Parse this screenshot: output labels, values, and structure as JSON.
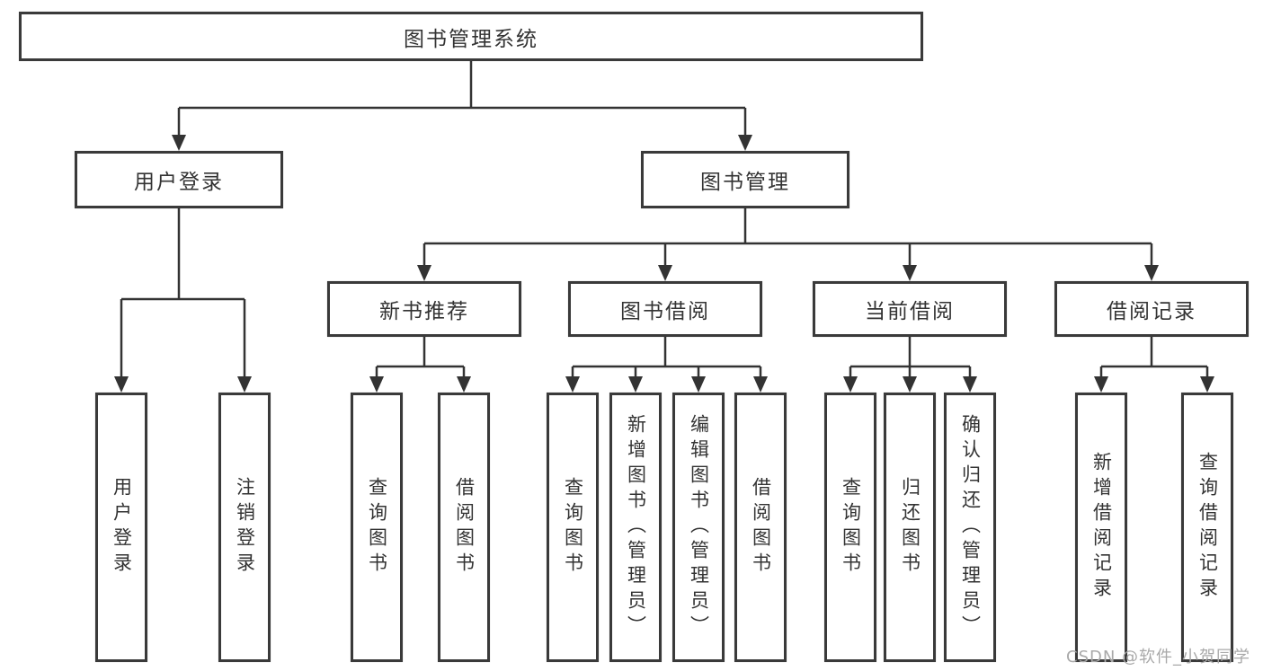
{
  "diagram": {
    "title": "图书管理系统",
    "nodes": {
      "root": "图书管理系统",
      "level1": [
        "用户登录",
        "图书管理"
      ],
      "level2": [
        "新书推荐",
        "图书借阅",
        "当前借阅",
        "借阅记录"
      ],
      "login_leaves": [
        "用户登录",
        "注销登录"
      ],
      "newbook_leaves": [
        "查询图书",
        "借阅图书"
      ],
      "borrow_leaves": [
        "查询图书",
        "新增图书（管理员）",
        "编辑图书（管理员）",
        "借阅图书"
      ],
      "current_leaves": [
        "查询图书",
        "归还图书",
        "确认归还（管理员）"
      ],
      "records_leaves": [
        "新增借阅记录",
        "查询借阅记录"
      ]
    },
    "colors": {
      "line": "#333333",
      "box_border": "#3a3a3a",
      "text": "#333333",
      "watermark": "#a9a9a9",
      "background": "#ffffff"
    }
  },
  "watermark": "CSDN @软件_小贺同学"
}
